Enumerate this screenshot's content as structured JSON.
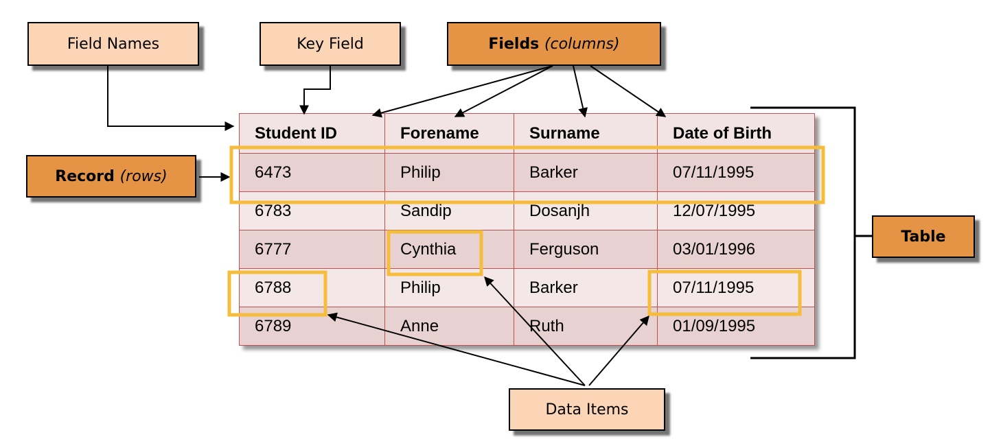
{
  "labels": {
    "field_names": "Field Names",
    "key_field": "Key Field",
    "fields_bold": "Fields",
    "fields_paren": "(columns)",
    "record_bold": "Record",
    "record_paren": "(rows)",
    "table": "Table",
    "data_items": "Data Items"
  },
  "table": {
    "headers": [
      "Student ID",
      "Forename",
      "Surname",
      "Date of Birth"
    ],
    "rows": [
      [
        "6473",
        "Philip",
        "Barker",
        "07/11/1995"
      ],
      [
        "6783",
        "Sandip",
        "Dosanjh",
        "12/07/1995"
      ],
      [
        "6777",
        "Cynthia",
        "Ferguson",
        "03/01/1996"
      ],
      [
        "6788",
        "Philip",
        "Barker",
        "07/11/1995"
      ],
      [
        "6789",
        "Anne",
        "Ruth",
        "01/09/1995"
      ]
    ]
  },
  "colors": {
    "light_box": "#fbd5b5",
    "dark_box": "#e59446",
    "highlight": "#f5bd3b",
    "cell_border": "#c0504d"
  }
}
